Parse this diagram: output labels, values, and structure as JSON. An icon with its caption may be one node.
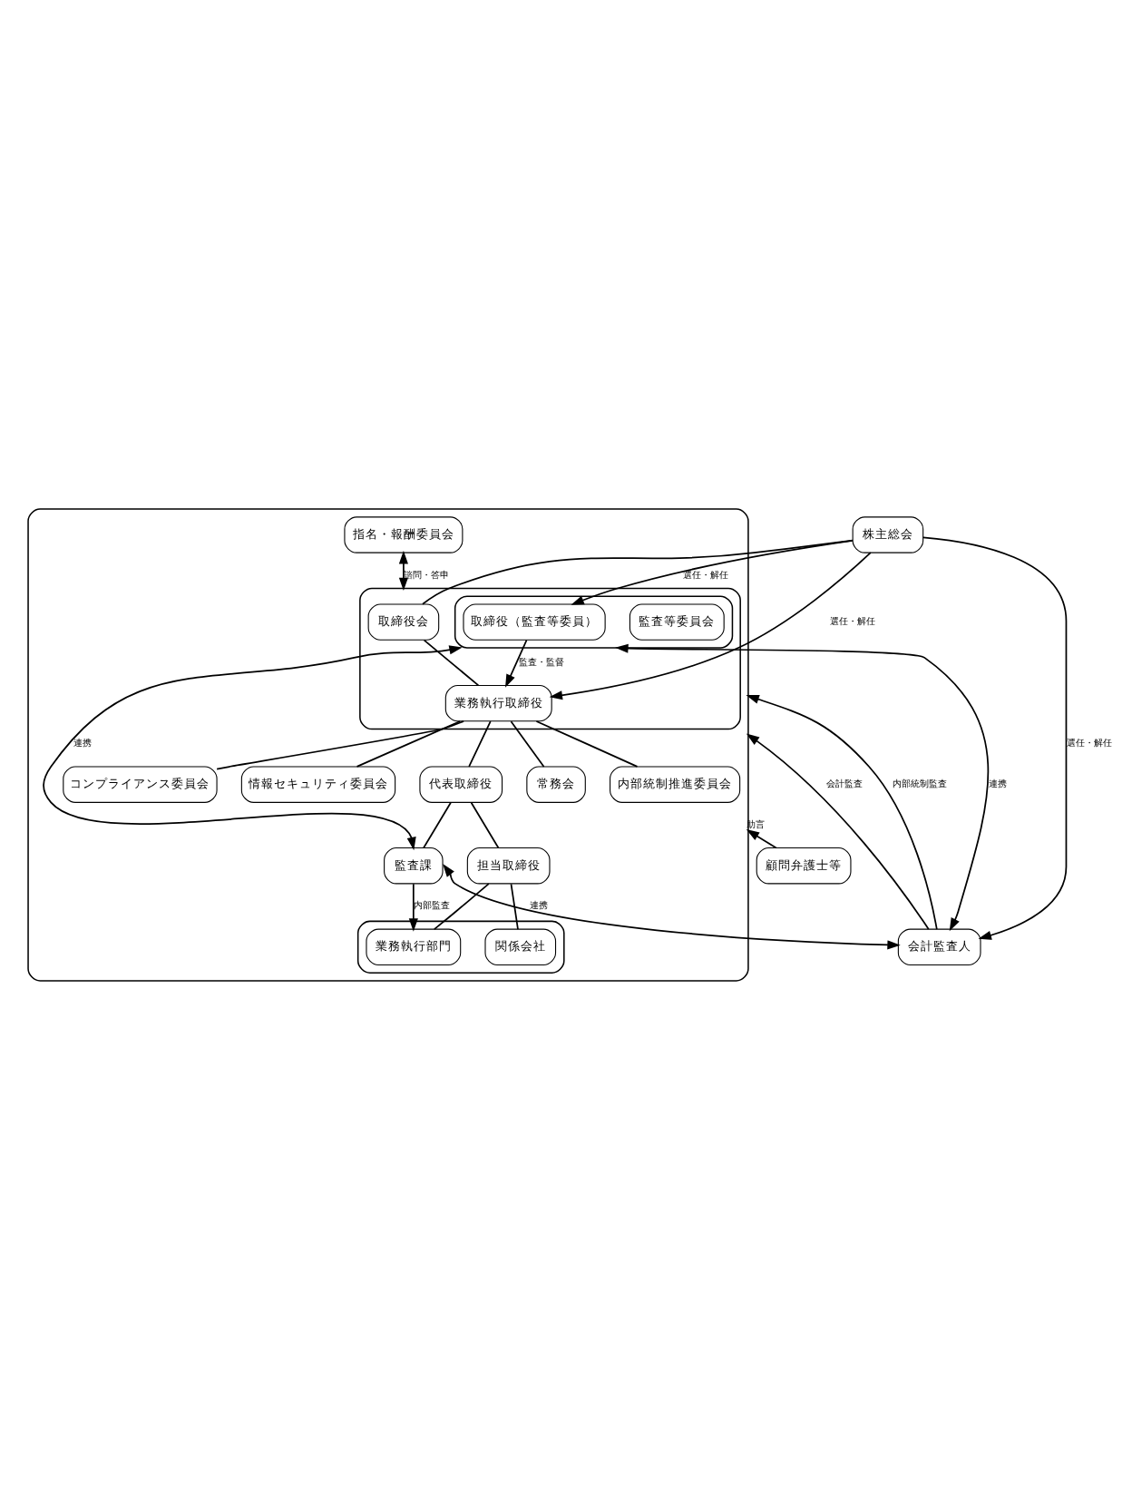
{
  "diagram": {
    "nodes": [
      {
        "text": [
          "株主総会"
        ]
      },
      {
        "text": [],
        "shape": "box"
      },
      {
        "text": [
          "指名・報酬委員会"
        ],
        "in": 1
      },
      {
        "text": [],
        "shape": "box",
        "in": 1
      },
      {
        "text": [
          "取締役会"
        ],
        "in": 3
      },
      {
        "text": [],
        "shape": "box",
        "in": 3
      },
      {
        "text": [
          "監査等委員会"
        ],
        "in": 5
      },
      {
        "text": [
          "業務執行取締役"
        ],
        "in": 3
      },
      {
        "text": [
          "取締役（監査等委員）"
        ],
        "in": 5
      },
      {
        "text": [
          "会計監査人"
        ]
      },
      {
        "text": [
          "常務会"
        ],
        "in": 1
      },
      {
        "text": [
          "代表取締役"
        ],
        "in": 1
      },
      {
        "text": [
          "コンプライアンス委員会"
        ],
        "in": 1
      },
      {
        "text": [
          "情報セキュリティ委員会"
        ],
        "in": 1
      },
      {
        "text": [
          "内部統制推進委員会"
        ],
        "in": 1
      },
      {
        "text": [
          "顧問弁護士等"
        ]
      },
      {
        "text": [
          "担当取締役"
        ],
        "in": 1
      },
      {
        "text": [],
        "shape": "box",
        "in": 1
      },
      {
        "text": [
          "関係会社"
        ],
        "in": 17
      },
      {
        "text": [
          "業務執行部門"
        ],
        "in": 17
      },
      {
        "text": [
          "監査課"
        ],
        "in": 1
      }
    ],
    "edges": [
      {
        "from": 0,
        "to": 7,
        "arrow": "to",
        "label": "選任・解任"
      },
      {
        "from": 0,
        "to": 4,
        "arrow": "none"
      },
      {
        "from": 0,
        "to": 8,
        "arrow": "to",
        "label": "選任・解任"
      },
      {
        "from": 0,
        "to": 9,
        "arrow": "to",
        "label": "選任・解任"
      },
      {
        "from": 2,
        "to": 3,
        "arrow": "both",
        "label": "諮問・答申"
      },
      {
        "from": 4,
        "to": 7,
        "arrow": "none"
      },
      {
        "from": 8,
        "to": 7,
        "arrow": "to",
        "label": "監査・監督"
      },
      {
        "from": 9,
        "to": 1,
        "arrow": "to",
        "label": "会計監査"
      },
      {
        "from": 9,
        "to": 1,
        "arrow": "to",
        "label": "内部統制監査"
      },
      {
        "from": 5,
        "to": 9,
        "arrow": "both",
        "label": "連携"
      },
      {
        "from": 20,
        "to": 5,
        "arrow": "both",
        "label": "連携"
      },
      {
        "from": 20,
        "to": 9,
        "arrow": "both",
        "label": "連携"
      },
      {
        "from": 7,
        "to": 10,
        "arrow": "none"
      },
      {
        "from": 7,
        "to": 11,
        "arrow": "none"
      },
      {
        "from": 7,
        "to": 12,
        "arrow": "none"
      },
      {
        "from": 7,
        "to": 13,
        "arrow": "none"
      },
      {
        "from": 7,
        "to": 14,
        "arrow": "none"
      },
      {
        "from": 15,
        "to": 1,
        "arrow": "to",
        "label": "助言"
      },
      {
        "from": 11,
        "to": 16,
        "arrow": "none"
      },
      {
        "from": 11,
        "to": 20,
        "arrow": "none"
      },
      {
        "from": 16,
        "to": 18,
        "arrow": "none"
      },
      {
        "from": 16,
        "to": 19,
        "arrow": "none"
      },
      {
        "from": 20,
        "to": 19,
        "arrow": "to",
        "label": "内部監査"
      }
    ]
  }
}
